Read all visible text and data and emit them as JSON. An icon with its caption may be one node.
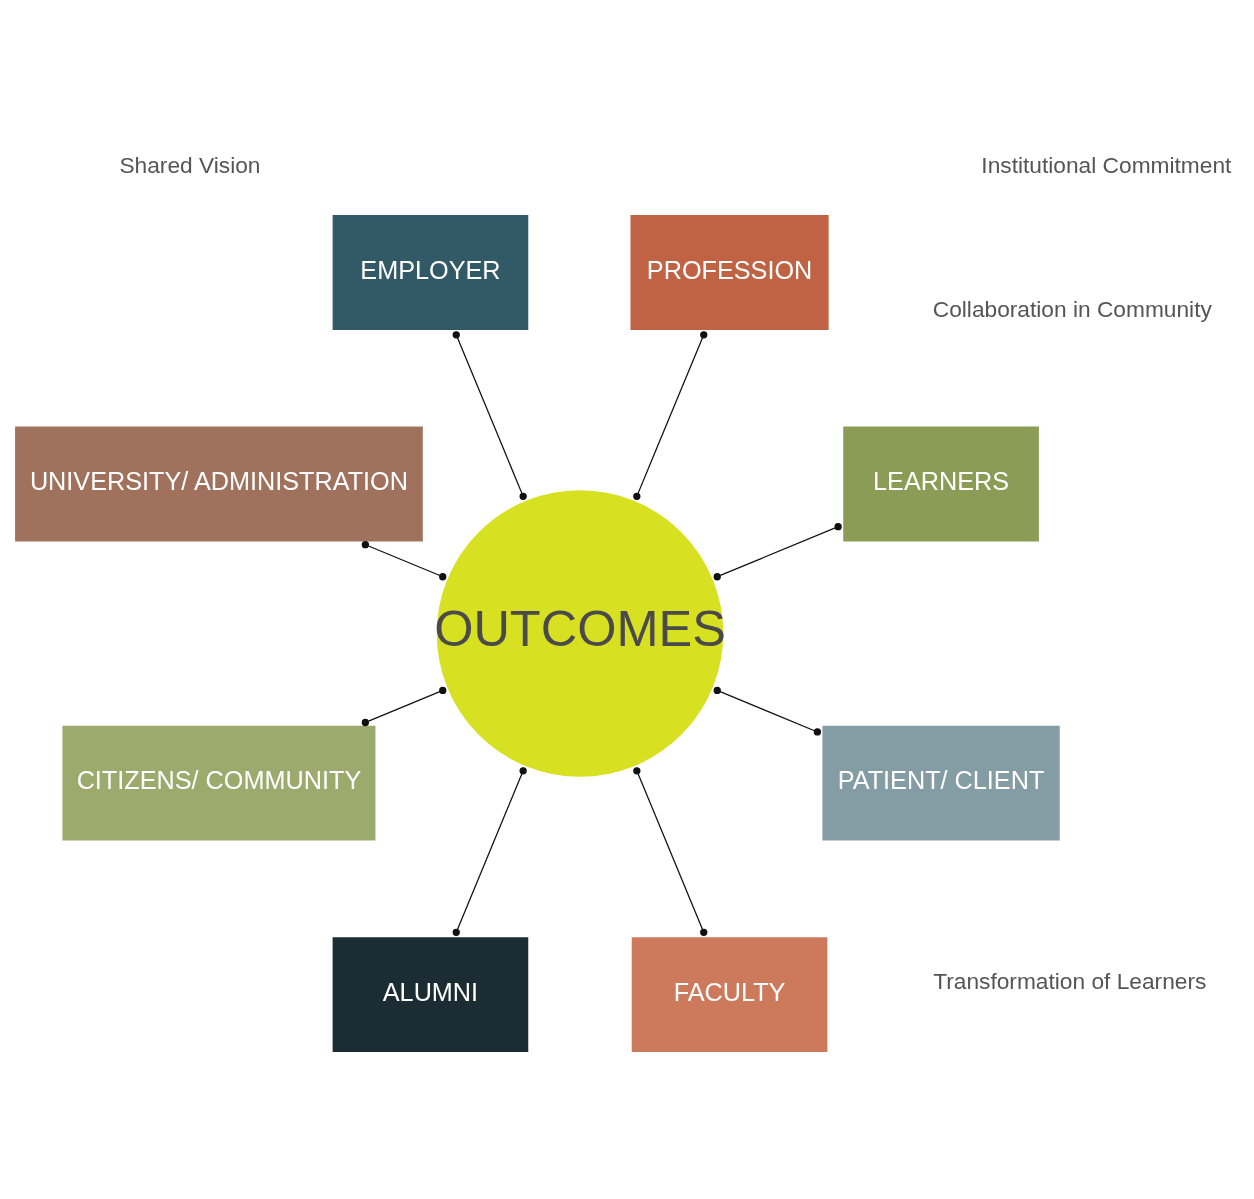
{
  "diagram": {
    "nodes": [
      {
        "text": [
          "OUTCOMES"
        ]
      },
      {
        "text": [
          "LEARNERS"
        ]
      },
      {
        "text": [
          "PROFESSION"
        ]
      },
      {
        "text": [
          "EMPLOYER"
        ]
      },
      {
        "text": [
          "UNIVERSITY/ ADMINISTRATION"
        ]
      },
      {
        "text": [
          "CITIZENS/ COMMUNITY"
        ]
      },
      {
        "text": [
          "ALUMNI"
        ]
      },
      {
        "text": [
          "FACULTY"
        ]
      },
      {
        "text": [
          "PATIENT/ CLIENT"
        ]
      }
    ],
    "edges": [
      {
        "from": 0,
        "to": 1,
        "arrow": "other"
      },
      {
        "from": 0,
        "to": 2,
        "arrow": "other"
      },
      {
        "from": 0,
        "to": 3,
        "arrow": "other"
      },
      {
        "from": 0,
        "to": 4,
        "arrow": "other"
      },
      {
        "from": 0,
        "to": 5,
        "arrow": "other"
      },
      {
        "from": 0,
        "to": 6,
        "arrow": "other"
      },
      {
        "from": 0,
        "to": 7,
        "arrow": "other"
      },
      {
        "from": 0,
        "to": 8,
        "arrow": "other"
      }
    ],
    "labels": [
      "Transformation of Learners",
      "Shared Vision",
      "Collaboration in Community",
      "Institutional Commitment"
    ]
  }
}
